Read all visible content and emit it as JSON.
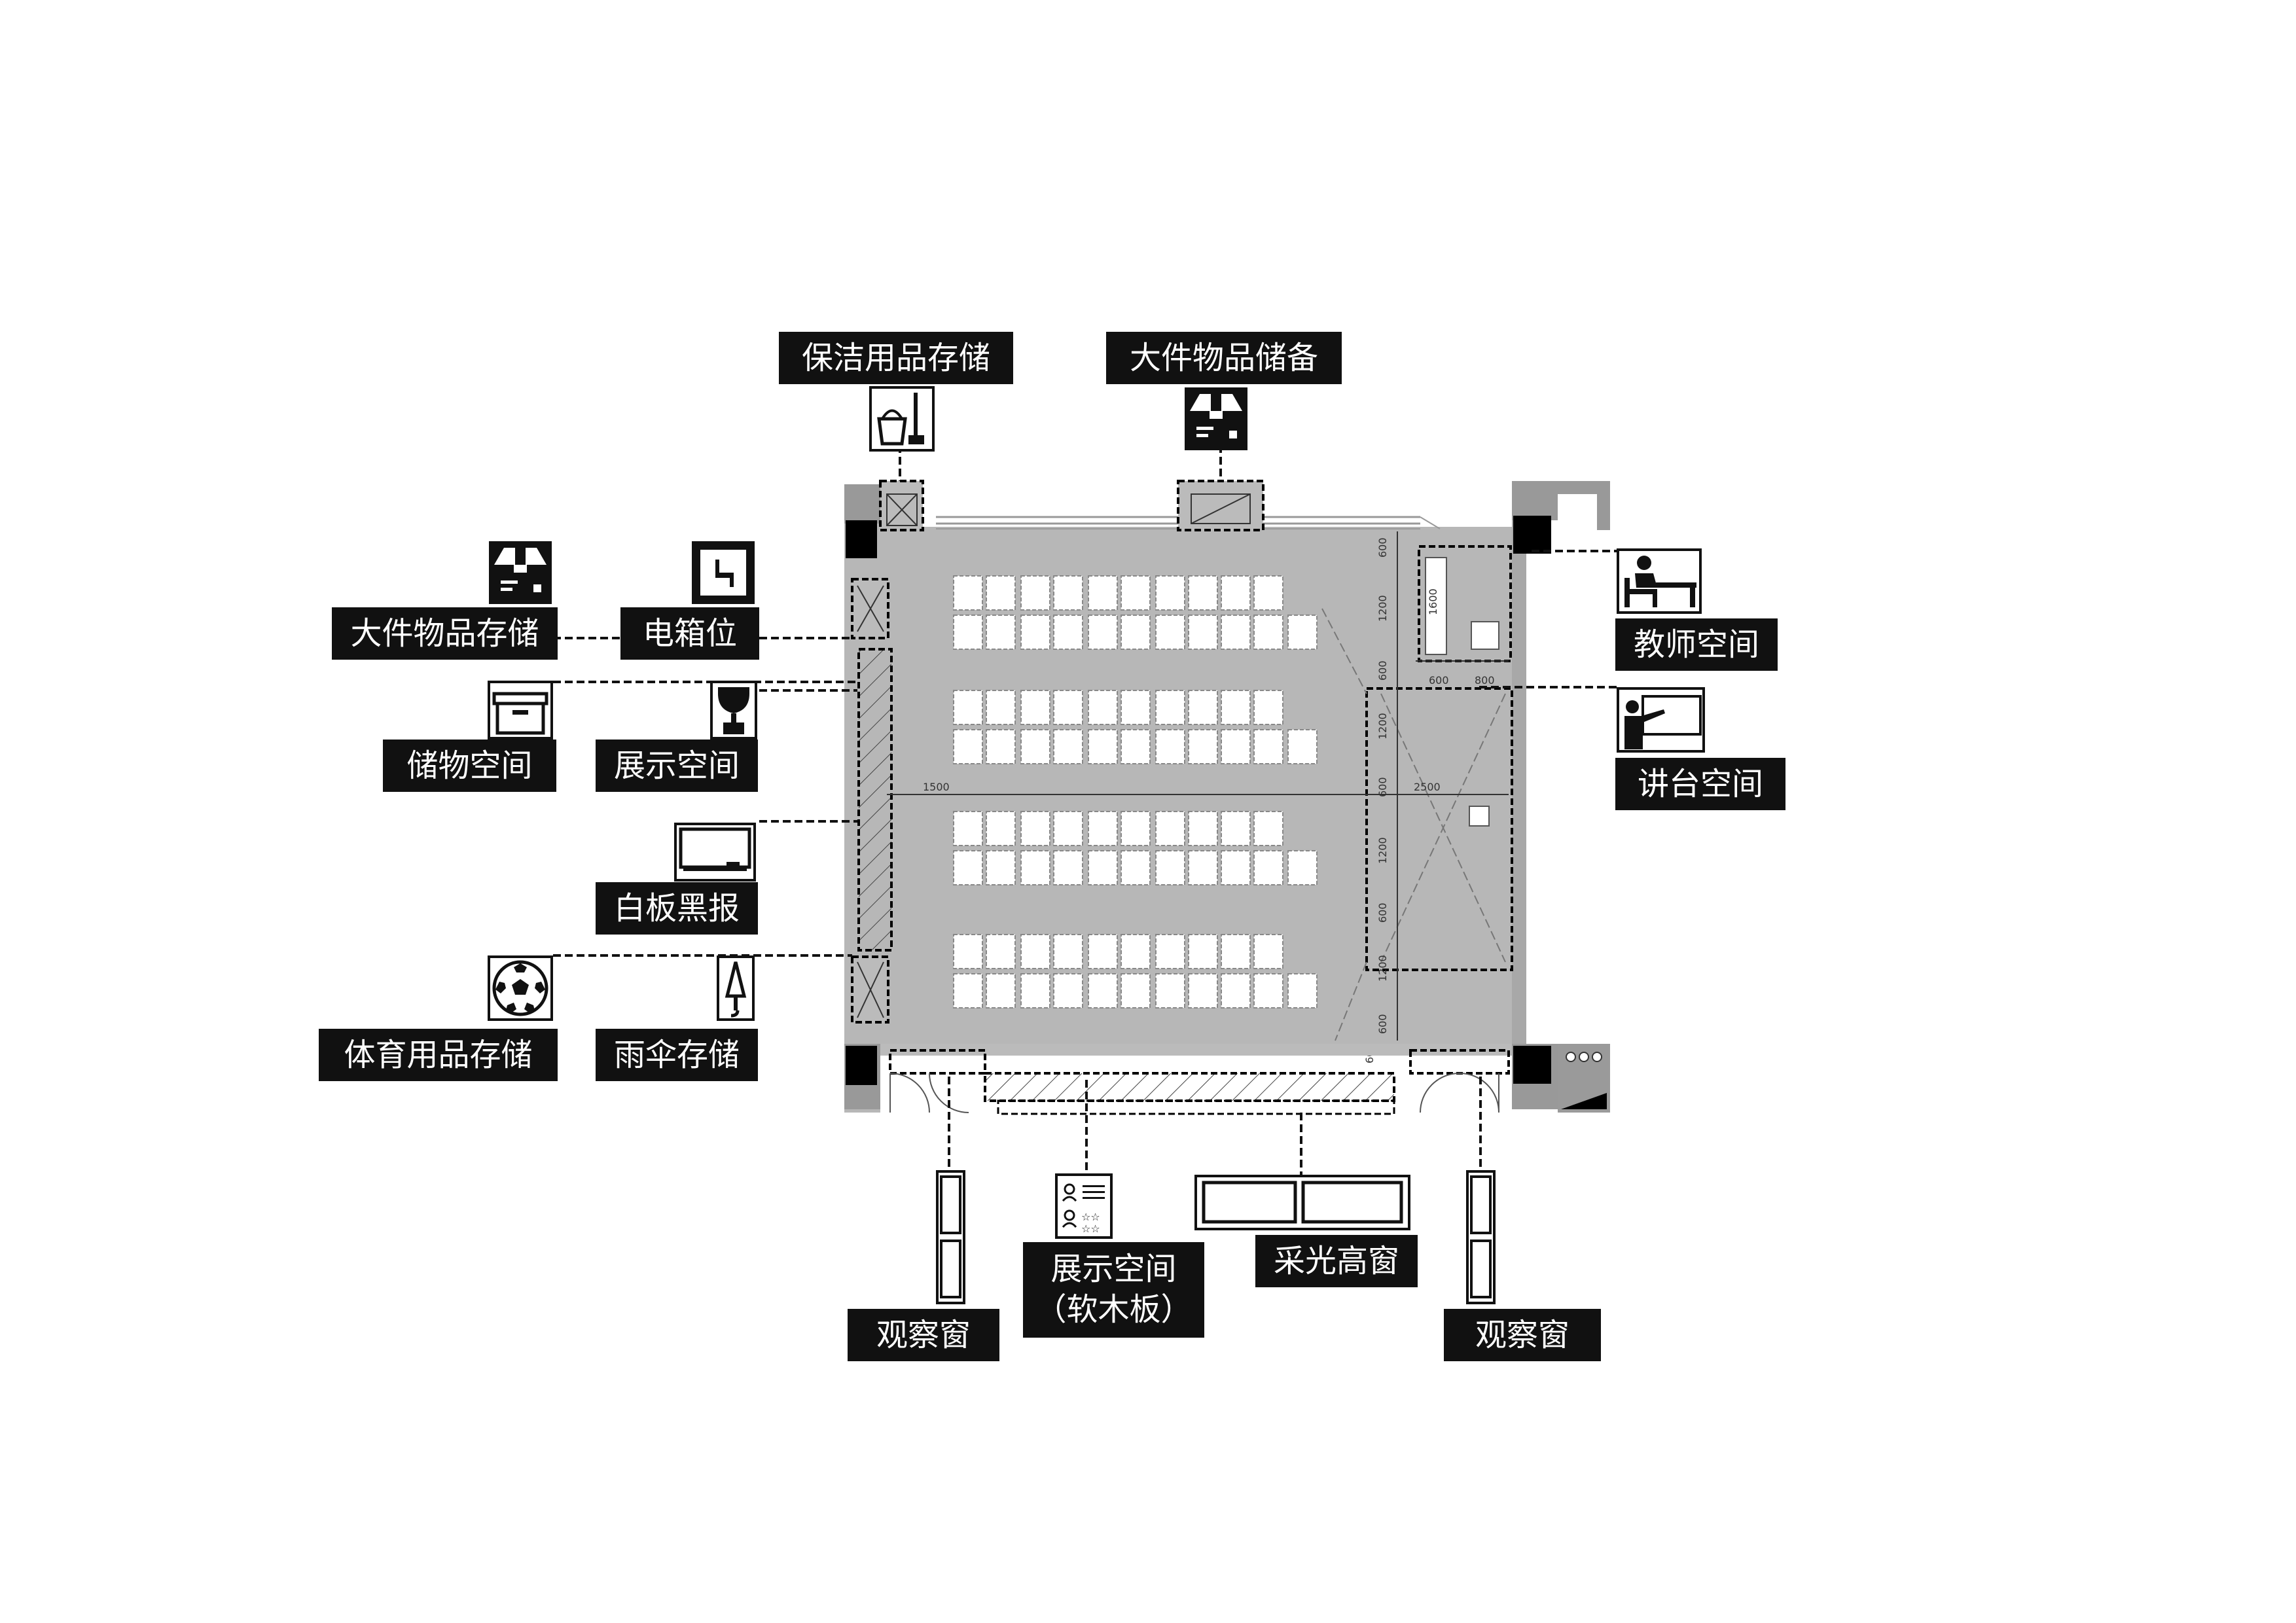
{
  "labels": {
    "cleaning_storage": "保洁用品存储",
    "large_item_reserve": "大件物品储备",
    "large_item_storage": "大件物品存储",
    "electric_box": "电箱位",
    "storage_space": "储物空间",
    "display_space_left": "展示空间",
    "whiteboard": "白板黑报",
    "sports_storage": "体育用品存储",
    "umbrella_storage": "雨伞存储",
    "teacher_space": "教师空间",
    "podium_space": "讲台空间",
    "observation_window_left": "观察窗",
    "display_corkboard_line1": "展示空间",
    "display_corkboard_line2": "（软木板）",
    "clerestory_window": "采光高窗",
    "observation_window_right": "观察窗"
  },
  "dimensions": {
    "d600_top": "600",
    "d1200_a": "1200",
    "d1600": "1600",
    "d600_b": "600",
    "d600_w": "600",
    "d800_w": "800",
    "d1200_b": "1200",
    "d1500": "1500",
    "d600_c": "600",
    "d2500": "2500",
    "d1200_c": "1200",
    "d600_d": "600",
    "d1200_d": "1200",
    "d600_e": "600",
    "d600_f": "600"
  },
  "icons": {
    "cleaning": "mop-bucket-icon",
    "reserve": "cardboard-box-icon",
    "storage": "cardboard-box-icon",
    "electric": "electric-box-icon",
    "storage_box": "storage-box-icon",
    "trophy": "trophy-icon",
    "whiteboard": "whiteboard-icon",
    "ball": "football-icon",
    "umbrella": "umbrella-icon",
    "teacher": "teacher-desk-icon",
    "podium": "teacher-blackboard-icon",
    "corkboard": "corkboard-icon",
    "window": "window-icon"
  }
}
